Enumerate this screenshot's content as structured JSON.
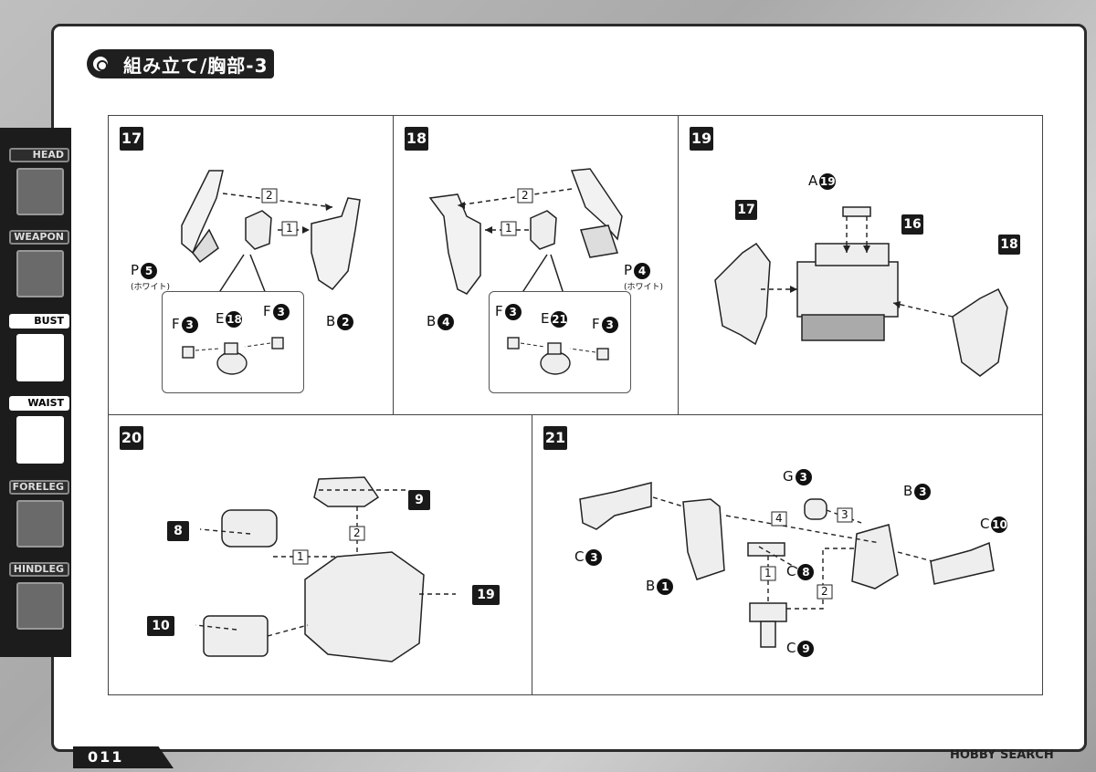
{
  "header": {
    "title": "組み立て/胸部-3"
  },
  "sidebar": {
    "items": [
      {
        "label": "HEAD"
      },
      {
        "label": "WEAPON"
      },
      {
        "label": "BUST"
      },
      {
        "label": "WAIST"
      },
      {
        "label": "FORELEG"
      },
      {
        "label": "HINDLEG"
      }
    ]
  },
  "steps": {
    "s17": {
      "num": "17",
      "p_letter": "P",
      "p_num": "5",
      "note": "(ホワイト)",
      "b_letter": "B",
      "b_num": "2",
      "f1": "F",
      "f1n": "3",
      "e": "E",
      "en": "18",
      "f2": "F",
      "f2n": "3",
      "order1": "1",
      "order2": "2"
    },
    "s18": {
      "num": "18",
      "p_letter": "P",
      "p_num": "4",
      "note": "(ホワイト)",
      "b_letter": "B",
      "b_num": "4",
      "f1": "F",
      "f1n": "3",
      "e": "E",
      "en": "21",
      "f2": "F",
      "f2n": "3",
      "order1": "1",
      "order2": "2"
    },
    "s19": {
      "num": "19",
      "a_letter": "A",
      "a_num": "19",
      "tag17": "17",
      "tag16": "16",
      "tag18": "18"
    },
    "s20": {
      "num": "20",
      "tag8": "8",
      "tag9": "9",
      "tag10": "10",
      "tag19": "19",
      "order1": "1",
      "order2": "2"
    },
    "s21": {
      "num": "21",
      "g_letter": "G",
      "g_num": "3",
      "b3_letter": "B",
      "b3_num": "3",
      "c10_letter": "C",
      "c10_num": "10",
      "c3_letter": "C",
      "c3_num": "3",
      "b1_letter": "B",
      "b1_num": "1",
      "c8_letter": "C",
      "c8_num": "8",
      "c9_letter": "C",
      "c9_num": "9",
      "order1": "1",
      "order2": "2",
      "order3": "3",
      "order4": "4"
    }
  },
  "footer": {
    "page": "011",
    "brand": "HOBBY SEARCH"
  }
}
